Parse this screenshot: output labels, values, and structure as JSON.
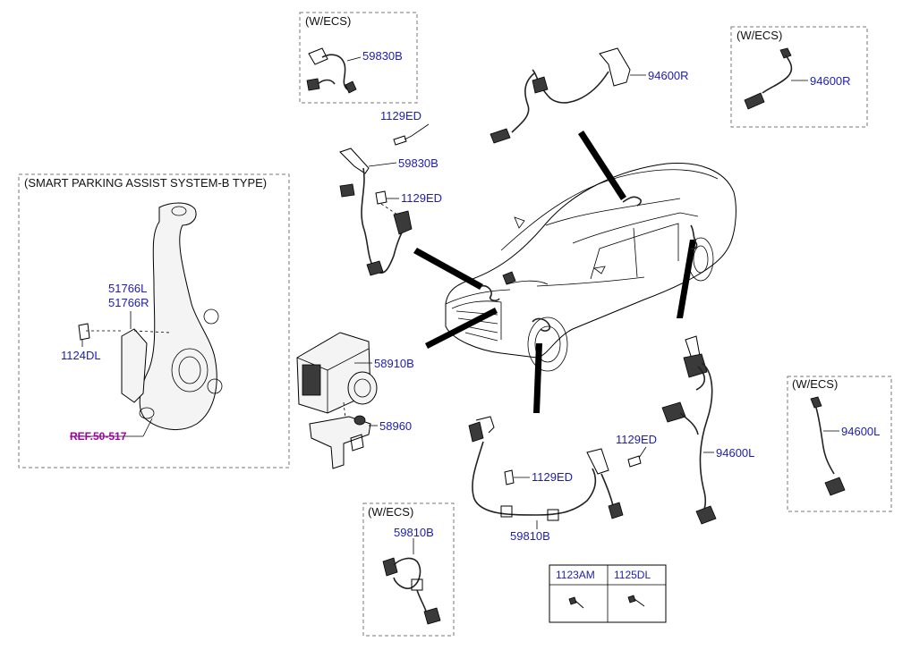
{
  "boxes": {
    "ecs_59830b": "(W/ECS)",
    "ecs_94600r": "(W/ECS)",
    "ecs_94600l": "(W/ECS)",
    "ecs_59810b": "(W/ECS)",
    "spas": "(SMART PARKING ASSIST SYSTEM-B TYPE)"
  },
  "labels": {
    "p59830b_ecs": "59830B",
    "p94600r_top": "94600R",
    "p94600r_ecs": "94600R",
    "p1129ed_a": "1129ED",
    "p59830b": "59830B",
    "p1129ed_b": "1129ED",
    "p51766l": "51766L",
    "p51766r": "51766R",
    "p1124dl": "1124DL",
    "p58910b": "58910B",
    "p58960": "58960",
    "p1129ed_c": "1129ED",
    "p1129ed_d": "1129ED",
    "p59810b": "59810B",
    "p94600l": "94600L",
    "p94600l_ecs": "94600L",
    "p59810b_ecs": "59810B"
  },
  "ref": "REF.50-517",
  "table": {
    "headers": [
      "1123AM",
      "1125DL"
    ]
  }
}
